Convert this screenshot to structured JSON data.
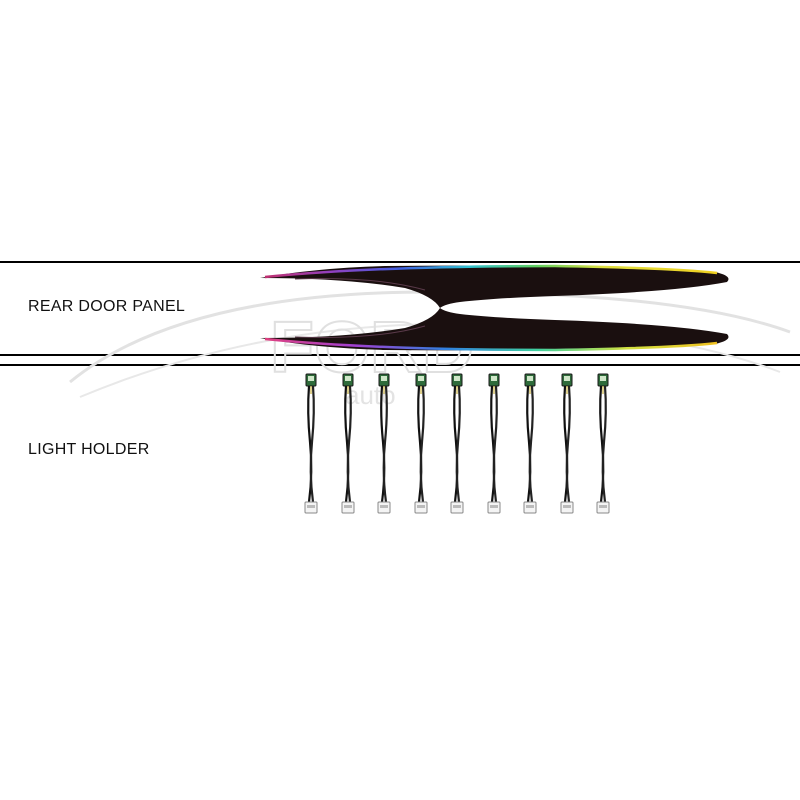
{
  "sections": {
    "panel_label": "REAR DOOR PANEL",
    "holder_label": "LIGHT HOLDER"
  },
  "watermark": {
    "brand": "FORD",
    "sub": "auto"
  },
  "holders": {
    "count": 9
  },
  "colors": {
    "line": "#000000",
    "panel_dark": "#1a0f0f",
    "watermark": "#d9d9d9",
    "connector_green": "#2e6b3a"
  }
}
